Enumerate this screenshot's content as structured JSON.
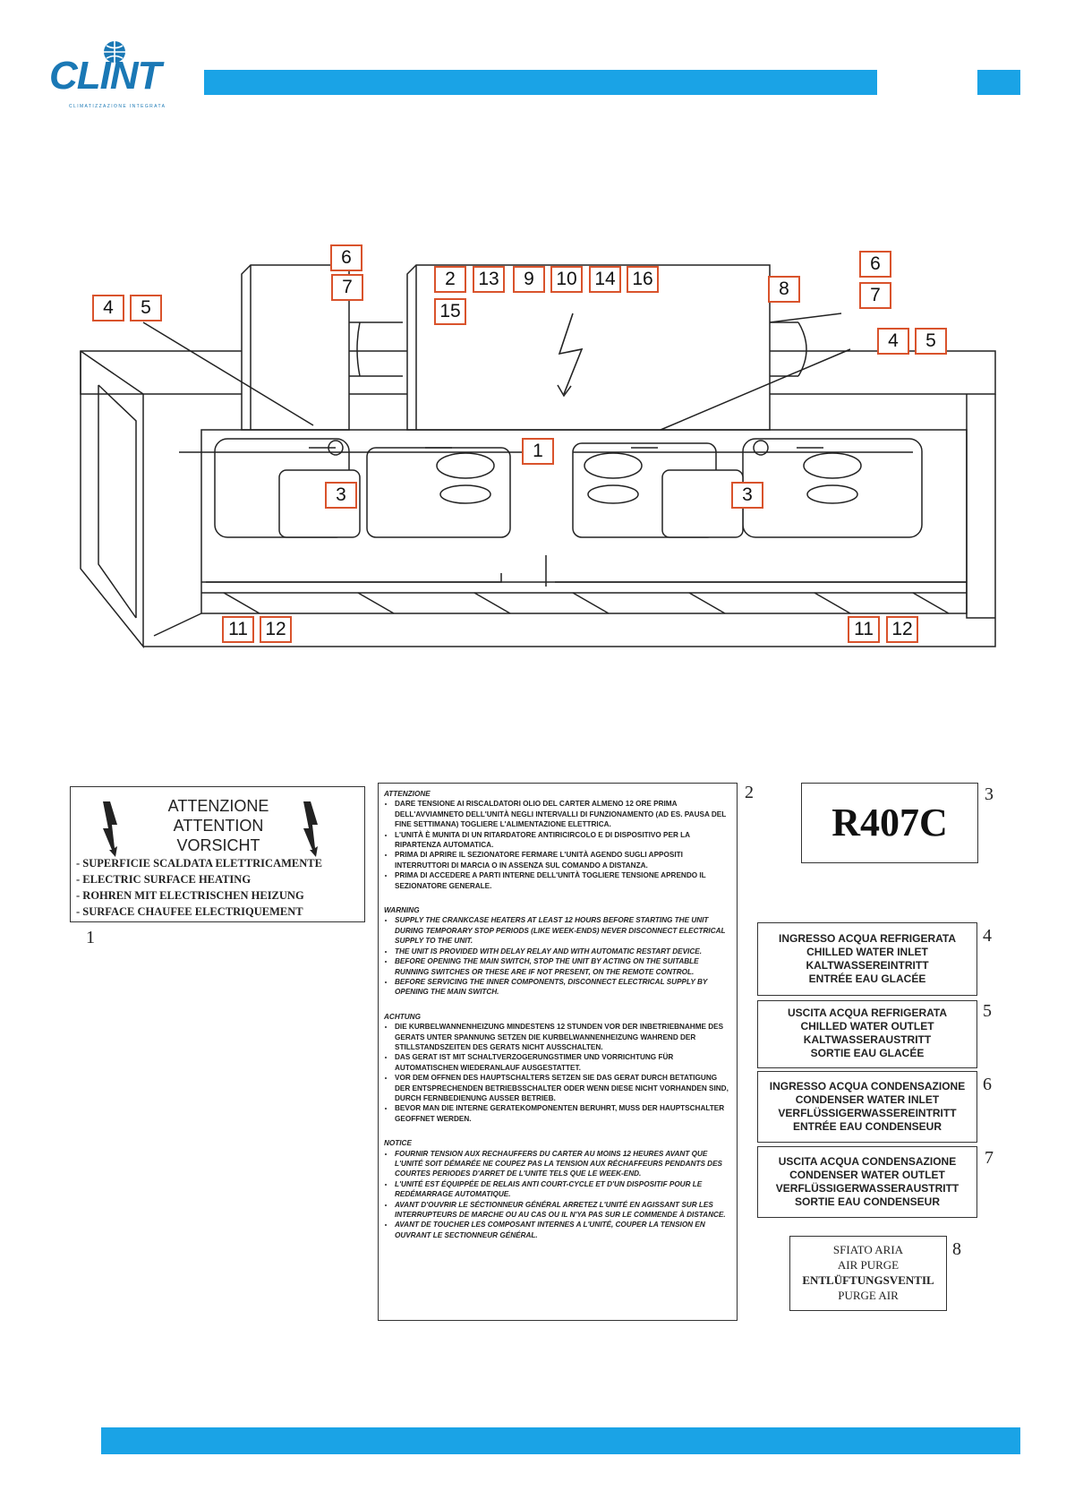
{
  "header": {
    "logo_name": "CLINT",
    "logo_tagline": "CLIMATIZZAZIONE INTEGRATA",
    "accent_color": "#1aa3e6"
  },
  "diagram": {
    "tags": [
      {
        "id": "t6a",
        "text": "6"
      },
      {
        "id": "t7a",
        "text": "7"
      },
      {
        "id": "t4a",
        "text": "4"
      },
      {
        "id": "t5a",
        "text": "5"
      },
      {
        "id": "t2",
        "text": "2"
      },
      {
        "id": "t13",
        "text": "13"
      },
      {
        "id": "t9",
        "text": "9"
      },
      {
        "id": "t10",
        "text": "10"
      },
      {
        "id": "t14",
        "text": "14"
      },
      {
        "id": "t16",
        "text": "16"
      },
      {
        "id": "t15",
        "text": "15"
      },
      {
        "id": "t8",
        "text": "8"
      },
      {
        "id": "t6b",
        "text": "6"
      },
      {
        "id": "t7b",
        "text": "7"
      },
      {
        "id": "t4b",
        "text": "4"
      },
      {
        "id": "t5b",
        "text": "5"
      },
      {
        "id": "t1",
        "text": "1"
      },
      {
        "id": "t3a",
        "text": "3"
      },
      {
        "id": "t3b",
        "text": "3"
      },
      {
        "id": "t11a",
        "text": "11"
      },
      {
        "id": "t12a",
        "text": "12"
      },
      {
        "id": "t11b",
        "text": "11"
      },
      {
        "id": "t12b",
        "text": "12"
      }
    ]
  },
  "labels": {
    "l1": {
      "num": "1",
      "title": [
        "ATTENZIONE",
        "ATTENTION",
        "VORSICHT"
      ],
      "lines": [
        "- SUPERFICIE SCALDATA ELETTRICAMENTE",
        "- ELECTRIC SURFACE HEATING",
        "- ROHREN MIT ELECTRISCHEN HEIZUNG",
        "- SURFACE CHAUFEE ELECTRIQUEMENT"
      ]
    },
    "l2": {
      "num": "2",
      "sections": [
        {
          "heading": "ATTENZIONE",
          "items": [
            "DARE TENSIONE AI RISCALDATORI OLIO DEL CARTER ALMENO 12 ORE PRIMA DELL'AVVIAMNETO DELL'UNITÀ NEGLI INTERVALLI DI FUNZIONAMENTO (AD ES. PAUSA DEL FINE SETTIMANA) TOGLIERE L'ALIMENTAZIONE ELETTRICA.",
            "L'UNITÀ È MUNITA DI UN RITARDATORE ANTIRICIRCOLO E DI DISPOSITIVO PER LA RIPARTENZA AUTOMATICA.",
            "PRIMA DI APRIRE IL SEZIONATORE FERMARE L'UNITÀ AGENDO SUGLI APPOSITI INTERRUTTORI DI MARCIA O IN ASSENZA SUL COMANDO A DISTANZA.",
            "PRIMA DI ACCEDERE A PARTI INTERNE DELL'UNITÀ TOGLIERE TENSIONE APRENDO IL SEZIONATORE GENERALE."
          ]
        },
        {
          "heading": "WARNING",
          "items": [
            "SUPPLY THE CRANKCASE HEATERS AT LEAST 12 HOURS BEFORE STARTING THE UNIT DURING TEMPORARY STOP PERIODS (LIKE WEEK-ENDS) NEVER DISCONNECT ELECTRICAL SUPPLY TO THE UNIT.",
            "THE UNIT IS PROVIDED WITH DELAY RELAY AND WITH AUTOMATIC RESTART DEVICE.",
            "BEFORE OPENING THE MAIN SWITCH, STOP THE UNIT BY ACTING ON THE SUITABLE RUNNING SWITCHES OR THESE ARE IF NOT PRESENT, ON THE REMOTE CONTROL.",
            "BEFORE SERVICING THE INNER COMPONENTS, DISCONNECT ELECTRICAL SUPPLY BY OPENING THE MAIN SWITCH."
          ]
        },
        {
          "heading": "ACHTUNG",
          "items": [
            "DIE KURBELWANNENHEIZUNG MINDESTENS 12 STUNDEN VOR DER INBETRIEBNAHME DES GERATS UNTER SPANNUNG SETZEN DIE KURBELWANNENHEIZUNG WAHREND DER STILLSTANDSZEITEN DES GERATS NICHT AUSSCHALTEN.",
            "DAS GERAT IST MIT SCHALTVERZOGERUNGSTIMER UND VORRICHTUNG FÜR AUTOMATISCHEN WIEDERANLAUF AUSGESTATTET.",
            "VOR DEM OFFNEN DES HAUPTSCHALTERS SETZEN SIE DAS GERAT DURCH BETATIGUNG DER ENTSPRECHENDEN BETRIEBSSCHALTER ODER WENN DIESE NICHT VORHANDEN SIND, DURCH FERNBEDIENUNG AUSSER BETRIEB.",
            "BEVOR MAN DIE INTERNE GERATEKOMPONENTEN BERUHRT, MUSS DER HAUPTSCHALTER GEOFFNET WERDEN."
          ]
        },
        {
          "heading": "NOTICE",
          "items": [
            "FOURNIR TENSION AUX RECHAUFFERS DU CARTER AU MOINS 12 HEURES AVANT QUE L'UNITÉ SOIT DÉMARÉE NE COUPEZ PAS LA TENSION AUX RÉCHAFFEURS PENDANTS DES COURTES PERIODES D'ARRET DE L'UNITE TELS QUE LE WEEK-END.",
            "L'UNITÉ EST ÉQUIPPÉE DE RELAIS ANTI COURT-CYCLE ET D'UN DISPOSITIF POUR LE REDÉMARRAGE AUTOMATIQUE.",
            "AVANT D'OUVRIR LE SÉCTIONNEUR GÉNÉRAL ARRETEZ L'UNITÉ EN AGISSANT SUR LES INTERRUPTEURS DE MARCHE OU AU CAS OU IL N'YA PAS SUR LE COMMENDE À DISTANCE.",
            "AVANT DE TOUCHER LES COMPOSANT INTERNES A L'UNITÉ, COUPER LA TENSION EN OUVRANT LE SECTIONNEUR GÉNÉRAL."
          ]
        }
      ]
    },
    "l3": {
      "num": "3",
      "text": "R407C"
    },
    "l4": {
      "num": "4",
      "lines": [
        "INGRESSO ACQUA REFRIGERATA",
        "CHILLED WATER INLET",
        "KALTWASSEREINTRITT",
        "ENTRÉE EAU GLACÉE"
      ]
    },
    "l5": {
      "num": "5",
      "lines": [
        "USCITA ACQUA REFRIGERATA",
        "CHILLED WATER OUTLET",
        "KALTWASSERAUSTRITT",
        "SORTIE EAU GLACÉE"
      ]
    },
    "l6": {
      "num": "6",
      "lines": [
        "INGRESSO ACQUA CONDENSAZIONE",
        "CONDENSER WATER INLET",
        "VERFLÜSSIGERWASSEREINTRITT",
        "ENTRÉE EAU CONDENSEUR"
      ]
    },
    "l7": {
      "num": "7",
      "lines": [
        "USCITA ACQUA CONDENSAZIONE",
        "CONDENSER WATER OUTLET",
        "VERFLÜSSIGERWASSERAUSTRITT",
        "SORTIE EAU CONDENSEUR"
      ]
    },
    "l8": {
      "num": "8",
      "lines": [
        "SFIATO ARIA",
        "AIR PURGE",
        "ENTLÜFTUNGSVENTIL",
        "PURGE AIR"
      ]
    }
  }
}
